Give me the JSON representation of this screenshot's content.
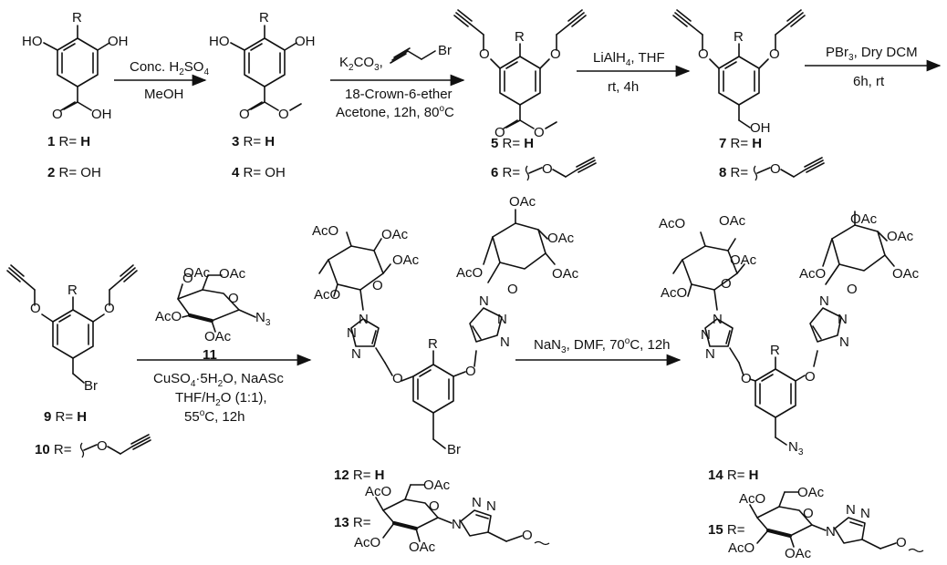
{
  "atoms": {
    "R": "R",
    "OH": "OH",
    "HO": "HO",
    "O": "O",
    "OAc": "OAc",
    "AcO": "AcO",
    "Br": "Br",
    "N": "N",
    "N3": "N",
    "N3_sub": "3"
  },
  "steps": {
    "s1": {
      "line1": "Conc. H",
      "line1_sub": "2",
      "line1_end": "SO",
      "line1_sub2": "4",
      "line2": "MeOH"
    },
    "s2": {
      "reagent": "K",
      "reagent_sub": "2",
      "reagent_mid": "CO",
      "reagent_sub2": "3",
      "reagent_end": ",",
      "line2": "18-Crown-6-ether",
      "line3": "Acetone, 12h, 80",
      "line3_deg": "o",
      "line3_end": "C"
    },
    "s3": {
      "line1": "LiAlH",
      "line1_sub": "4",
      "line1_end": ", THF",
      "line2": "rt, 4h"
    },
    "s4": {
      "line1": "PBr",
      "line1_sub": "3",
      "line1_end": ", Dry DCM",
      "line2": "6h, rt"
    },
    "s5": {
      "line1": "CuSO",
      "line1_sub": "4",
      "line1_mid": "·5H",
      "line1_sub2": "2",
      "line1_end": "O, NaASc",
      "line2": "THF/H",
      "line2_sub": "2",
      "line2_end": "O (1:1),",
      "line3": "55",
      "line3_deg": "o",
      "line3_end": "C, 12h"
    },
    "s6": {
      "line1": "NaN",
      "line1_sub": "3",
      "line1_mid": ", DMF, 70",
      "line1_deg": "o",
      "line1_end": "C, 12h"
    }
  },
  "compounds": {
    "c1": {
      "num": "1",
      "text": " R= ",
      "r": "H"
    },
    "c2": {
      "num": "2",
      "text": " R= OH"
    },
    "c3": {
      "num": "3",
      "text": " R= ",
      "r": "H"
    },
    "c4": {
      "num": "4",
      "text": " R= OH"
    },
    "c5": {
      "num": "5",
      "text": " R= ",
      "r": "H"
    },
    "c6": {
      "num": "6",
      "text": " R="
    },
    "c7": {
      "num": "7",
      "text": " R= ",
      "r": "H"
    },
    "c8": {
      "num": "8",
      "text": " R="
    },
    "c9": {
      "num": "9",
      "text": " R= ",
      "r": "H"
    },
    "c10": {
      "num": "10",
      "text": " R="
    },
    "c11": {
      "num": "11"
    },
    "c12": {
      "num": "12",
      "text": " R= ",
      "r": "H"
    },
    "c13": {
      "num": "13",
      "text": " R="
    },
    "c14": {
      "num": "14",
      "text": " R= ",
      "r": "H"
    },
    "c15": {
      "num": "15",
      "text": " R="
    }
  }
}
